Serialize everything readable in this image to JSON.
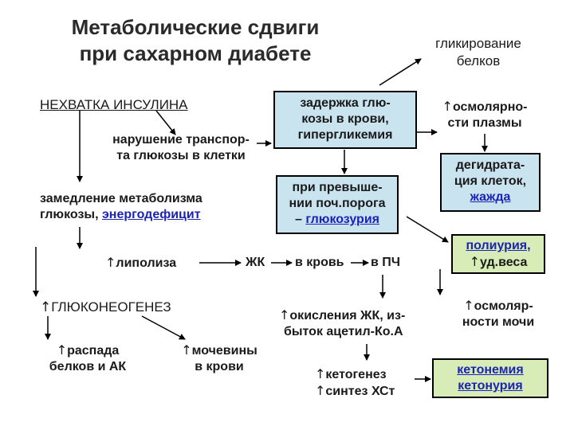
{
  "title": [
    "Метаболические сдвиги",
    "при сахарном диабете"
  ],
  "glycation": [
    "гликирование",
    "белков"
  ],
  "insulin_deficit": "НЕХВАТКА ИНСУЛИНА",
  "glucose_delay": [
    "задержка глю-",
    "козы в крови,",
    "гипергликемия"
  ],
  "osmolarity_plasma": [
    "осмолярно-",
    "сти плазмы"
  ],
  "transport_disruption": [
    "нарушение транспор-",
    "та глюкозы в клетки"
  ],
  "dehydration": [
    "дегидрата-",
    "ция клеток,",
    "жажда"
  ],
  "metabolism_slowdown": [
    "замедление метаболизма",
    "глюкозы, ",
    "энергодефицит"
  ],
  "threshold_exceed": [
    "при превыше-",
    "нии поч.порога",
    "– ",
    "глюкозурия"
  ],
  "polyuria": [
    "полиурия,",
    "уд.веса"
  ],
  "lipolysis": "липолиза",
  "fa_to_blood": [
    "ЖК",
    "в кровь",
    "в ПЧ"
  ],
  "gluconeogenesis": "ГЛЮКОНЕОГЕНЕЗ",
  "osmolarity_urine": [
    "осмоляр-",
    "ности мочи"
  ],
  "fa_oxidation": [
    "окисления ЖК, из-",
    "быток ацетил-Ко.А"
  ],
  "protein_breakdown": [
    "распада",
    "белков и АК"
  ],
  "urea": [
    "мочевины",
    "в крови"
  ],
  "ketogenesis": [
    "кетогенез",
    "синтез ХСт"
  ],
  "ketonemia": [
    "кетонемия",
    "кетонурия"
  ],
  "symbols": {
    "up": "↑",
    "right": "→"
  },
  "colors": {
    "blue_box": "#c9e3ef",
    "green_box": "#d8ecb7",
    "link_blue": "#1b24b5"
  }
}
